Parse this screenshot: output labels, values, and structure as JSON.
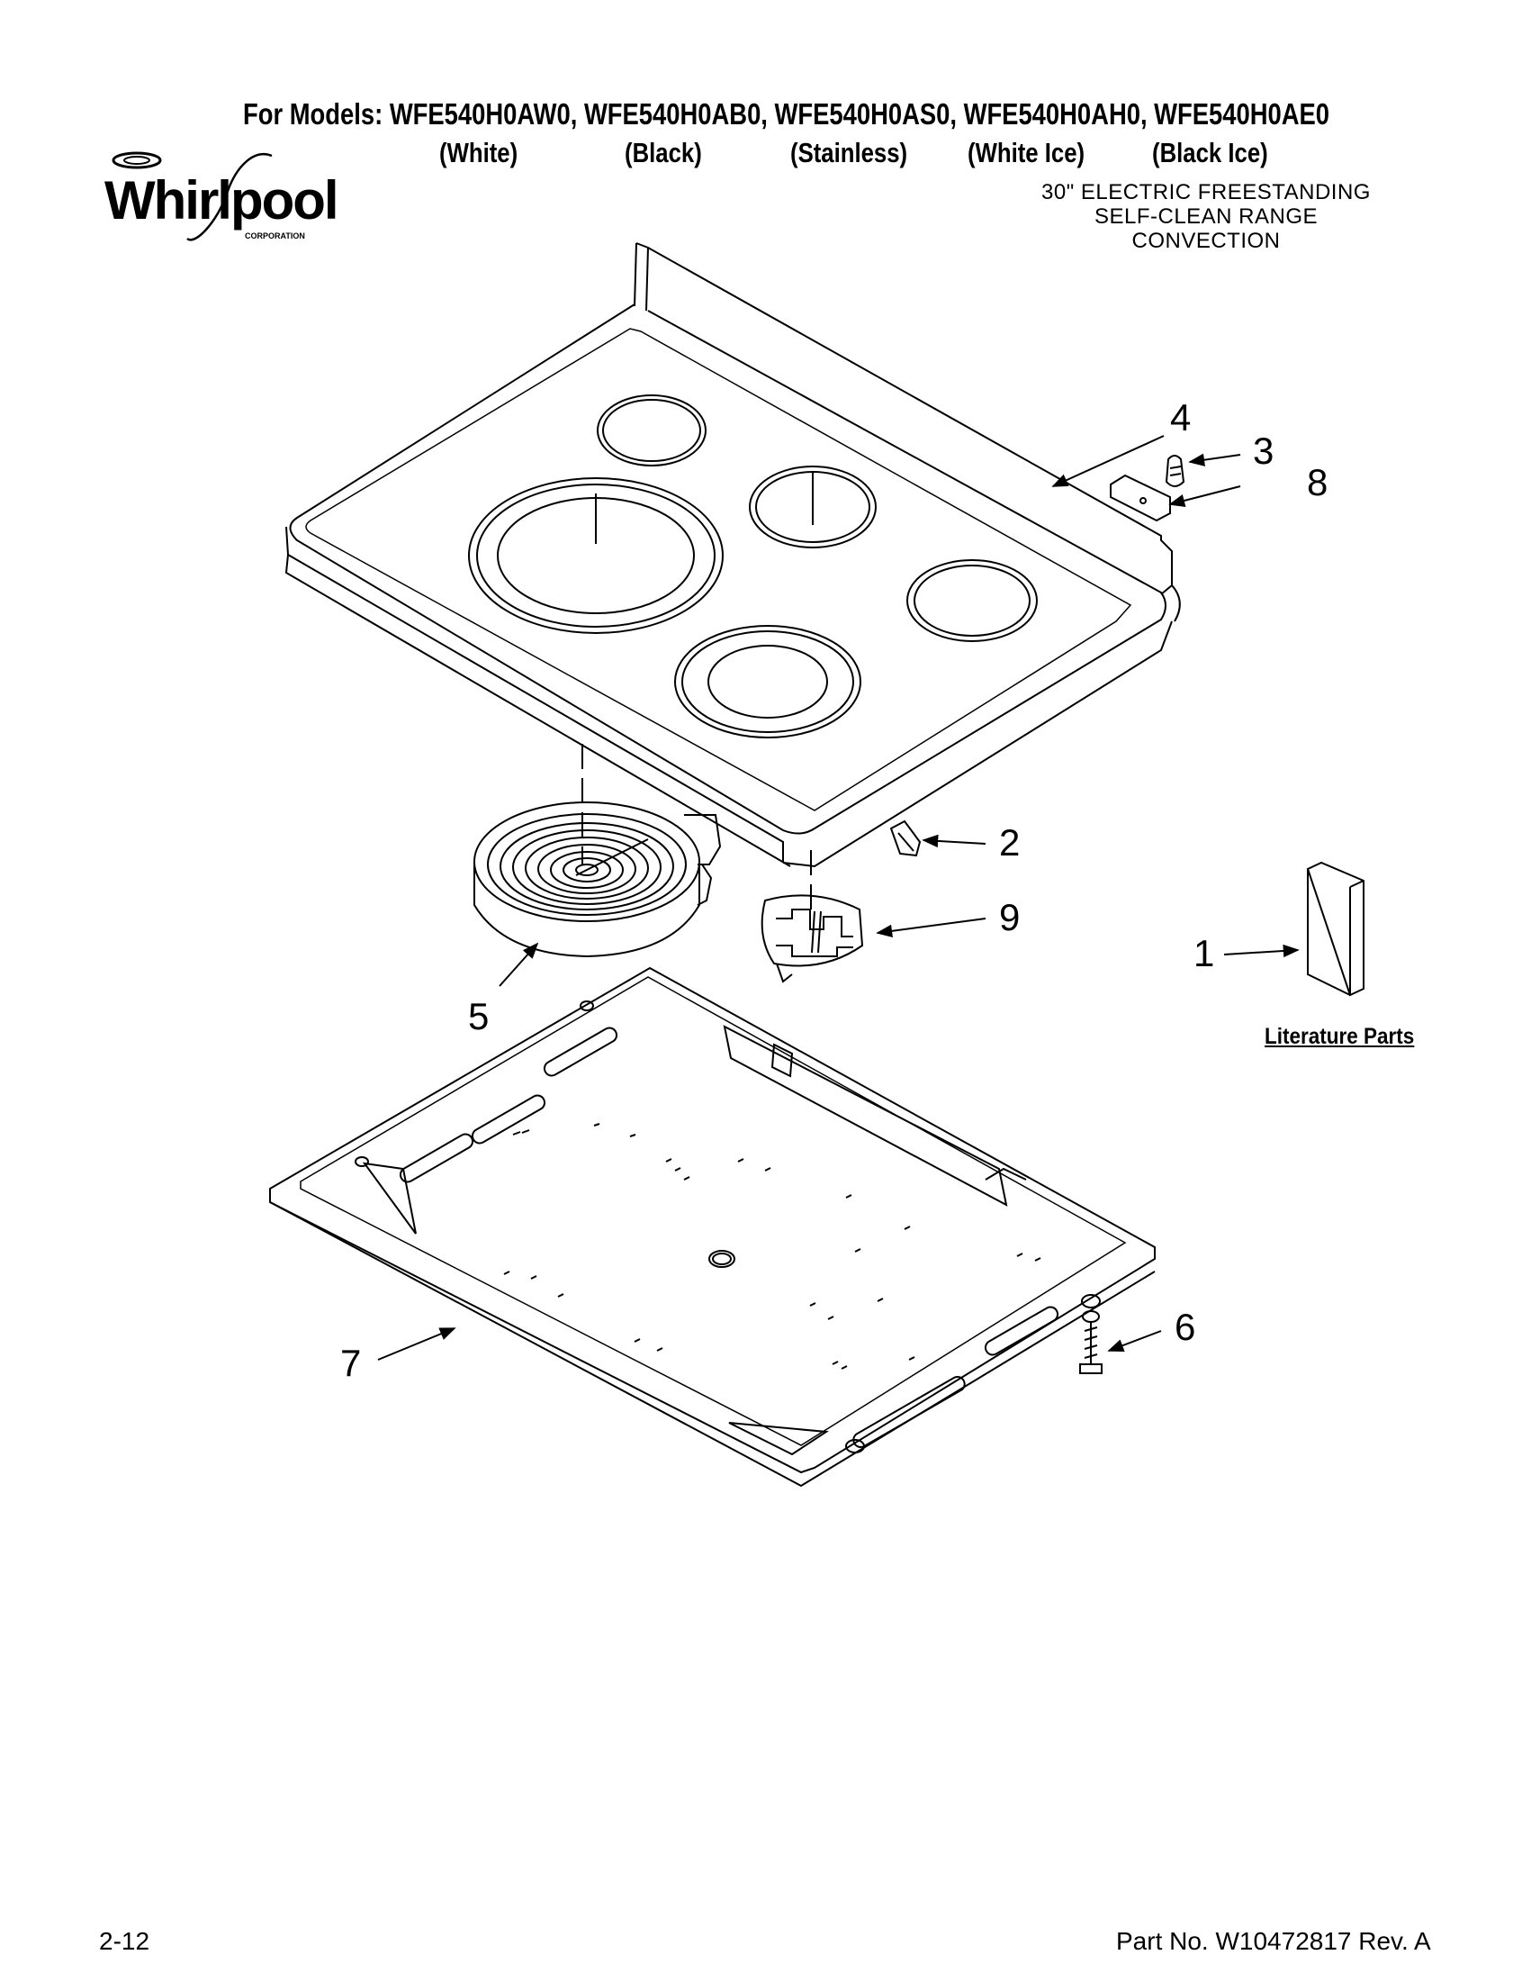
{
  "header": {
    "models_line": "For Models: WFE540H0AW0, WFE540H0AB0, WFE540H0AS0, WFE540H0AH0, WFE540H0AE0",
    "colors": [
      "(White)",
      "(Black)",
      "(Stainless)",
      "(White Ice)",
      "(Black Ice)"
    ],
    "product_desc": [
      "30\" ELECTRIC FREESTANDING",
      "SELF-CLEAN RANGE",
      "CONVECTION"
    ]
  },
  "logo": {
    "text": "Whirlpool",
    "sub": "CORPORATION"
  },
  "callouts": [
    "1",
    "2",
    "3",
    "4",
    "5",
    "6",
    "7",
    "8",
    "9"
  ],
  "literature_label": "Literature Parts",
  "footer": {
    "page": "2-12",
    "part_number": "Part No. W10472817 Rev. A"
  }
}
